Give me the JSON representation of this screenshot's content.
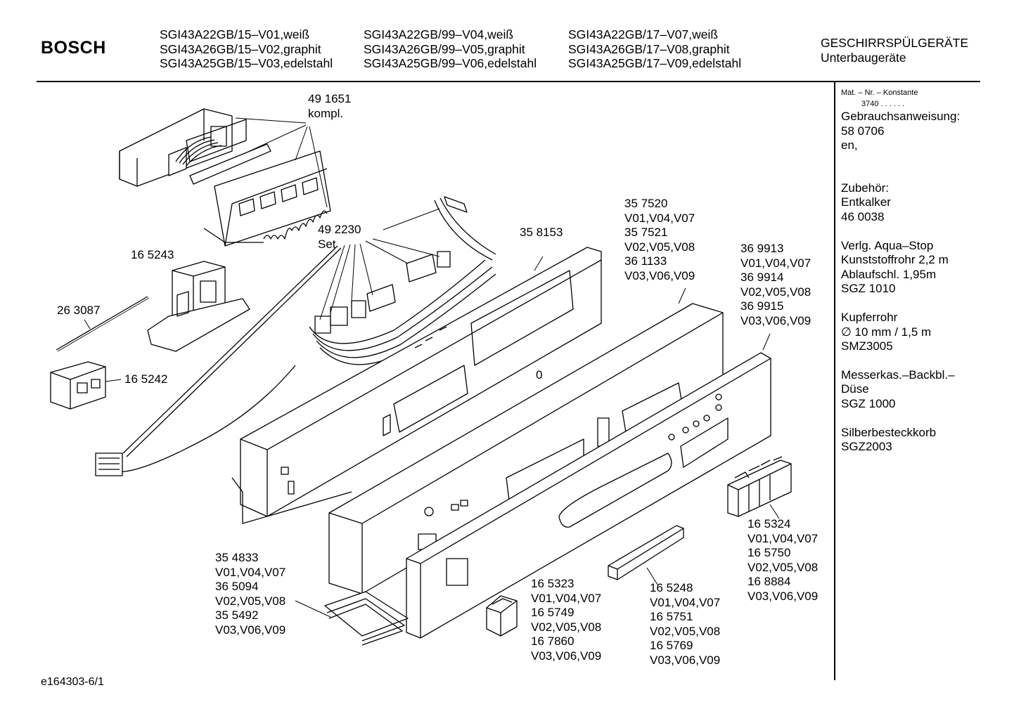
{
  "header": {
    "brand": "BOSCH",
    "models": [
      [
        "SGI43A22GB/15–V01,weiß",
        "SGI43A26GB/15–V02,graphit",
        "SGI43A25GB/15–V03,edelstahl"
      ],
      [
        "SGI43A22GB/99–V04,weiß",
        "SGI43A26GB/99–V05,graphit",
        "SGI43A25GB/99–V06,edelstahl"
      ],
      [
        "SGI43A22GB/17–V07,weiß",
        "SGI43A26GB/17–V08,graphit",
        "SGI43A25GB/17–V09,edelstahl"
      ]
    ],
    "category": "GESCHIRRSPÜLGERÄTE",
    "subcategory": "Unterbaugeräte"
  },
  "sidebar": {
    "mat_label": "Mat. – Nr. – Konstante",
    "mat_value": "3740  .  .    .  .  .  .",
    "manual_label": "Gebrauchsanweisung:",
    "manual_number": "58 0706",
    "manual_lang": "en,",
    "accessories_label": "Zubehör:",
    "accessory_1_name": "Entkalker",
    "accessory_1_number": "46 0038",
    "aquastop_label": "Verlg. Aqua–Stop",
    "aquastop_line2": "Kunststoffrohr 2,2 m",
    "aquastop_line3": "Ablaufschl. 1,95m",
    "aquastop_number": "SGZ 1010",
    "copper_label": "Kupferrohr",
    "copper_spec": "∅ 10 mm / 1,5 m",
    "copper_number": "SMZ3005",
    "knife_line1": "Messerkas.–Backbl.–",
    "knife_line2": "Düse",
    "knife_number": "SGZ 1000",
    "cutlery_label": "Silberbesteckkorb",
    "cutlery_number": "SGZ2003"
  },
  "parts": {
    "p491651": [
      "49 1651",
      "kompl."
    ],
    "p492230": [
      "49 2230",
      "Set"
    ],
    "p165243": [
      "16 5243"
    ],
    "p263087": [
      "26 3087"
    ],
    "p165242": [
      "16 5242"
    ],
    "p358153": [
      "35 8153"
    ],
    "p357520": [
      "35 7520",
      "V01,V04,V07",
      "35 7521",
      "V02,V05,V08",
      "36 1133",
      "V03,V06,V09"
    ],
    "p369913": [
      "36 9913",
      "V01,V04,V07",
      "36 9914",
      "V02,V05,V08",
      "36 9915",
      "V03,V06,V09"
    ],
    "p165324": [
      "16 5324",
      "V01,V04,V07",
      "16 5750",
      "V02,V05,V08",
      "16 8884",
      "V03,V06,V09"
    ],
    "p354833": [
      "35 4833",
      "V01,V04,V07",
      "36 5094",
      "V02,V05,V08",
      "35 5492",
      "V03,V06,V09"
    ],
    "p165323": [
      "16 5323",
      "V01,V04,V07",
      "16 5749",
      "V02,V05,V08",
      "16 7860",
      "V03,V06,V09"
    ],
    "p165248": [
      "16 5248",
      "V01,V04,V07",
      "16 5751",
      "V02,V05,V08",
      "16 5769",
      "V03,V06,V09"
    ],
    "marker_zero": "0"
  },
  "footer": {
    "code": "e164303-6/1"
  }
}
